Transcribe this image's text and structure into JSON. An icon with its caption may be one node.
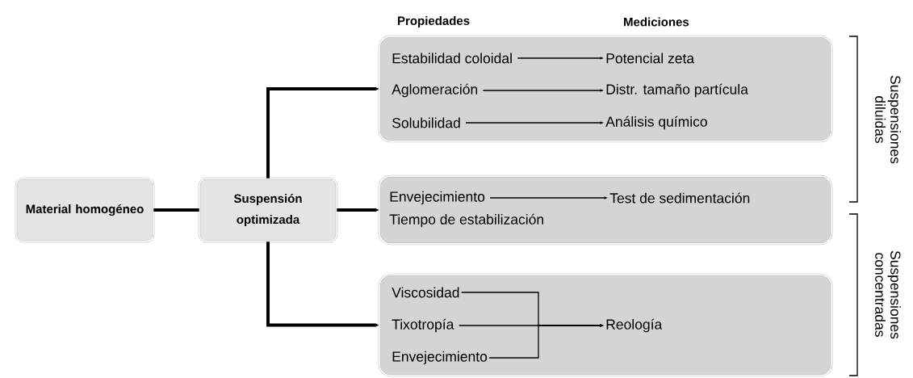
{
  "diagram": {
    "nodes": [
      {
        "text": [
          "Material homogéneo"
        ]
      },
      {
        "text": [
          "Suspensión optimizada"
        ]
      },
      {
        "text": [],
        "shape": "box"
      },
      {
        "text": [
          "Estabilidad coloidal"
        ],
        "in": 2
      },
      {
        "text": [
          "Potencial zeta"
        ],
        "in": 2
      },
      {
        "text": [
          "Aglomeración"
        ],
        "in": 2
      },
      {
        "text": [
          "Distr. tamaño partícula"
        ],
        "in": 2
      },
      {
        "text": [
          "Solubilidad"
        ],
        "in": 2
      },
      {
        "text": [
          "Análisis químico"
        ],
        "in": 2
      },
      {
        "text": [],
        "shape": "box"
      },
      {
        "text": [
          "Envejecimiento"
        ],
        "in": 9
      },
      {
        "text": [
          "Test de sedimentación"
        ],
        "in": 9
      },
      {
        "text": [
          "Tiempo de estabilización"
        ],
        "in": 9
      },
      {
        "text": [],
        "shape": "box"
      },
      {
        "text": [
          "Viscosidad"
        ],
        "in": 13
      },
      {
        "text": [
          "Tixotropía"
        ],
        "in": 13
      },
      {
        "text": [
          "Envejecimiento"
        ],
        "in": 13
      },
      {
        "text": [
          "Reología"
        ],
        "in": 13
      }
    ],
    "edges": [
      {
        "from": 0,
        "to": 1,
        "arrow": "none",
        "style": "thick"
      },
      {
        "from": 1,
        "to": 2,
        "arrow": "to",
        "style": "thick"
      },
      {
        "from": 1,
        "to": 9,
        "arrow": "to",
        "style": "thick"
      },
      {
        "from": 1,
        "to": 13,
        "arrow": "to",
        "style": "thick"
      },
      {
        "from": 3,
        "to": 4,
        "arrow": "to"
      },
      {
        "from": 5,
        "to": 6,
        "arrow": "to"
      },
      {
        "from": 7,
        "to": 8,
        "arrow": "to"
      },
      {
        "from": 10,
        "to": 11,
        "arrow": "to"
      },
      {
        "from": 14,
        "to": 17,
        "arrow": "to"
      },
      {
        "from": 15,
        "to": 17,
        "arrow": "to"
      },
      {
        "from": 16,
        "to": 17,
        "arrow": "to"
      }
    ],
    "labels": [
      "Propiedades",
      "Mediciones",
      "Suspensiones diluidas",
      "Suspensiones concentradas"
    ]
  }
}
